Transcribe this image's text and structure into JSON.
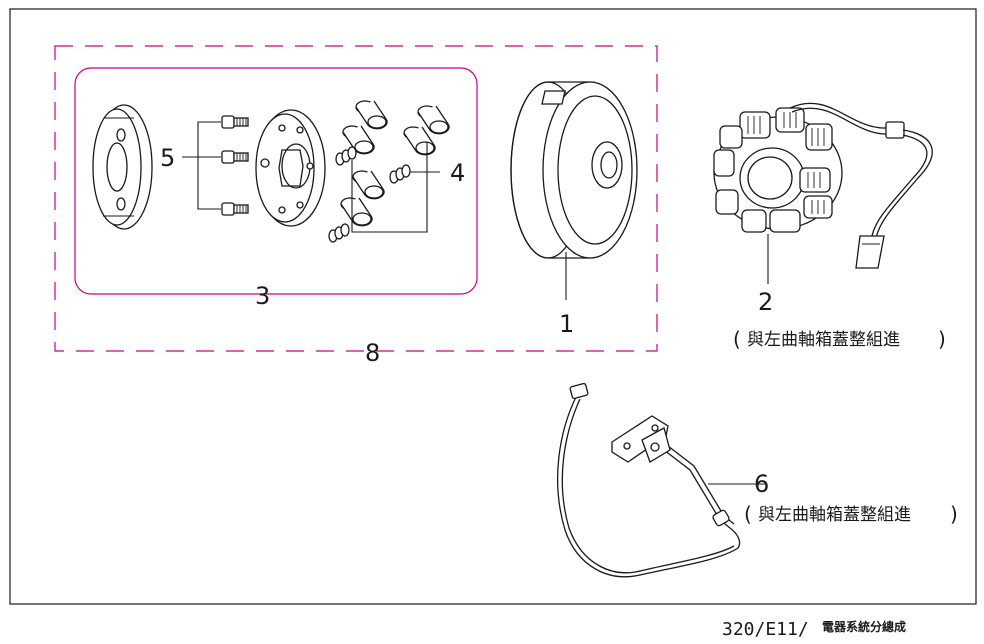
{
  "callouts": {
    "c1": "1",
    "c2": "2",
    "c3": "3",
    "c4": "4",
    "c5": "5",
    "c6": "6",
    "c8": "8"
  },
  "notes": {
    "stator_note_text": "與左曲軸箱蓋整組進",
    "pickup_note_text": "與左曲軸箱蓋整組進",
    "open_paren": "(",
    "close_paren": ")"
  },
  "footer": {
    "code": "320/E11/",
    "title": "電器系統分總成"
  },
  "colors": {
    "ink": "#1a1a1a",
    "group_outline": "#c8008c",
    "background": "#ffffff"
  }
}
